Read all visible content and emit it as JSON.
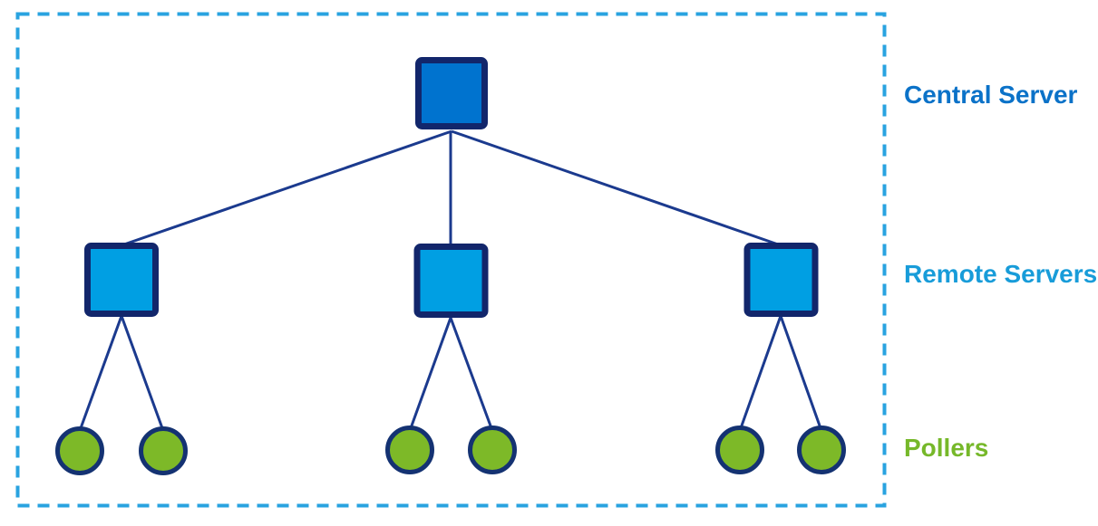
{
  "diagram": {
    "type": "tree",
    "description_levels": [
      {
        "name": "central-server",
        "shape": "square",
        "count": 1
      },
      {
        "name": "remote-servers",
        "shape": "square",
        "count": 3
      },
      {
        "name": "pollers",
        "shape": "circle",
        "count": 6,
        "per_remote": 2
      }
    ]
  },
  "labels": {
    "central": "Central Server",
    "remote": "Remote Servers",
    "pollers": "Pollers"
  },
  "colors": {
    "background": "#FFFFFF",
    "dashed_border": "#29A3E0",
    "connector_line": "#1B3A8E",
    "central_fill": "#0073CF",
    "remote_fill": "#009FE3",
    "square_stroke": "#12266B",
    "poller_fill": "#7DB928",
    "poller_stroke": "#143272",
    "central_label": "#0B72C8",
    "remote_label": "#189CD9",
    "pollers_label": "#76B82A"
  }
}
